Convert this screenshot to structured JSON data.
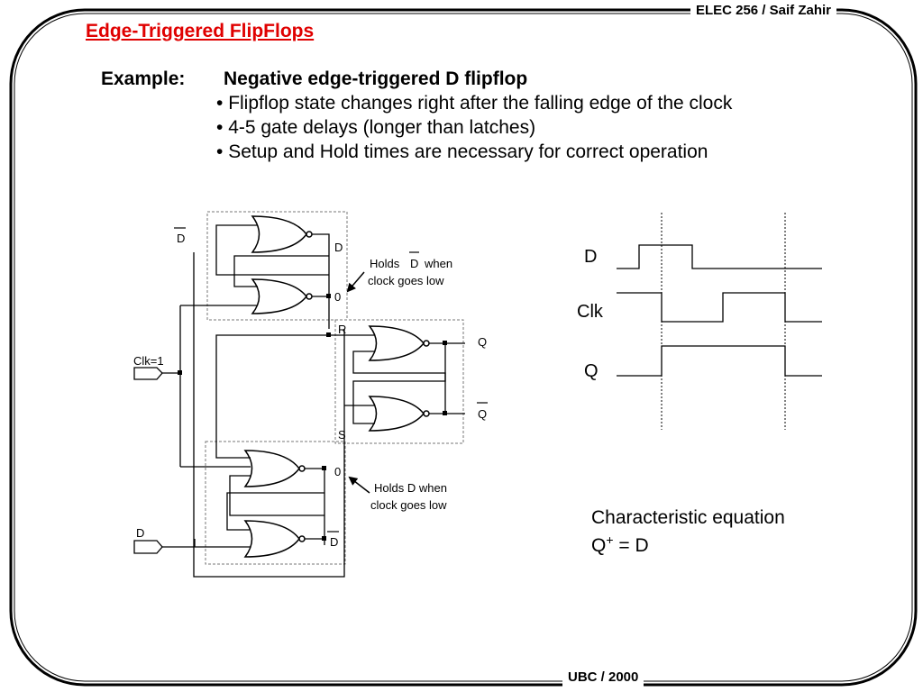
{
  "header": {
    "course": "ELEC 256 / Saif Zahir"
  },
  "footer": {
    "label": "UBC / 2000"
  },
  "slide": {
    "title": "Edge-Triggered FlipFlops",
    "example_label": "Example:",
    "example_heading": "Negative edge-triggered D flipflop",
    "bullets": [
      "Flipflop state changes right after the falling edge of the clock",
      "4-5 gate delays (longer than latches)",
      "Setup and Hold times are necessary for correct operation"
    ]
  },
  "circuit": {
    "dbar_top": "D",
    "label_d_top": "D",
    "label_0_top": "0",
    "note_top_1": "Holds",
    "note_top_2": "D",
    "note_top_3": "when",
    "note_top_4": "clock goes low",
    "input_clk": "Clk=1",
    "label_r": "R",
    "label_s": "S",
    "out_q": "Q",
    "out_qbar": "Q",
    "label_0_bottom": "0",
    "note_bottom_1": "Holds D when",
    "note_bottom_2": "clock goes low",
    "input_d": "D",
    "dbar_bottom": "D"
  },
  "timing": {
    "signals": [
      "D",
      "Clk",
      "Q"
    ]
  },
  "equation": {
    "title": "Characteristic equation",
    "lhs": "Q",
    "sup": "+",
    "rhs": " = D"
  }
}
